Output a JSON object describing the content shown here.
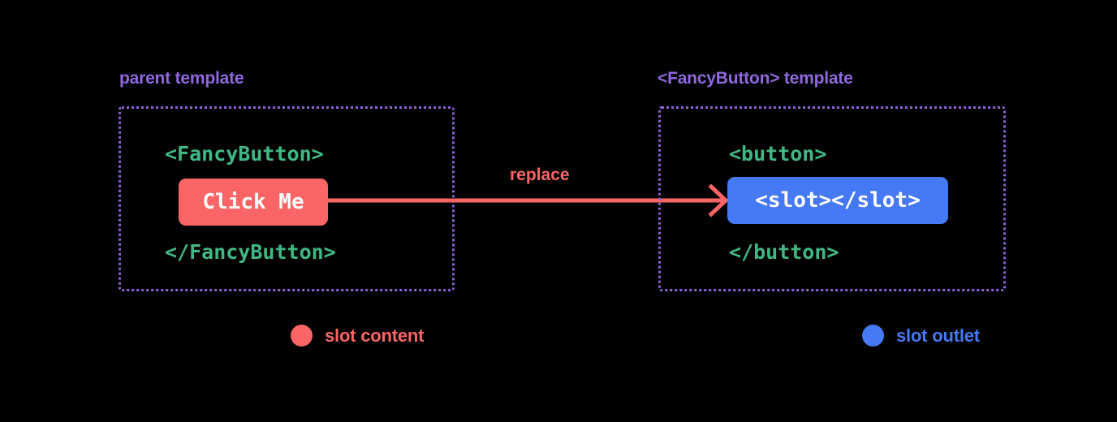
{
  "diagram": {
    "title_left": "parent template",
    "title_right": "<FancyButton> template",
    "arrow_label": "replace",
    "left_panel": {
      "open_tag": "<FancyButton>",
      "chip_text": "Click Me",
      "close_tag": "</FancyButton>"
    },
    "right_panel": {
      "open_tag": "<button>",
      "chip_text": "<slot></slot>",
      "close_tag": "</button>"
    },
    "legend": [
      {
        "label": "slot content",
        "color": "#FB6565"
      },
      {
        "label": "slot outlet",
        "color": "#4579F5"
      }
    ],
    "colors": {
      "background": "#000000",
      "panel_label": "#9168DF",
      "panel_border": "#8B63D6",
      "code_text": "#41B883",
      "slot_content": "#FB6565",
      "slot_outlet": "#4579F5",
      "chip_text": "#FFFFFF"
    }
  }
}
